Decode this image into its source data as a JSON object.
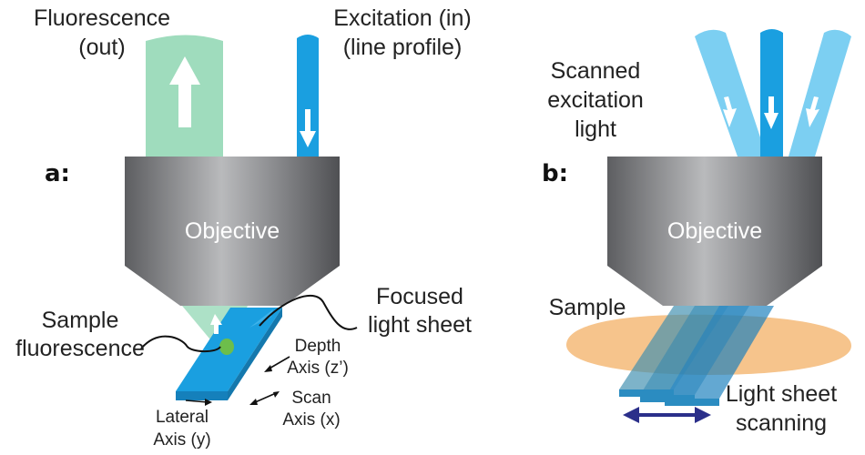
{
  "panels": {
    "a": {
      "panel_label": "a:",
      "fluorescence_out": [
        "Fluorescence",
        "(out)"
      ],
      "excitation_in": [
        "Excitation (in)",
        "(line profile)"
      ],
      "objective_label": "Objective",
      "focused_light_sheet": [
        "Focused",
        "light sheet"
      ],
      "sample_fluorescence": [
        "Sample",
        "fluorescence"
      ],
      "depth_axis": [
        "Depth",
        "Axis (z’)"
      ],
      "scan_axis": [
        "Scan",
        "Axis (x)"
      ],
      "lateral_axis": [
        "Lateral",
        "Axis (y)"
      ]
    },
    "b": {
      "panel_label": "b:",
      "scanned_excitation_light": [
        "Scanned",
        "excitation",
        "light"
      ],
      "objective_label": "Objective",
      "sample_label": "Sample",
      "light_sheet_scanning": [
        "Light sheet",
        "scanning"
      ]
    }
  },
  "colors": {
    "fluorescence_green": "#9fdcbd",
    "excitation_blue": "#1a9fe0",
    "scanned_light_blue": "#7ccff2",
    "objective_gray": "#7a7b7e",
    "sample_orange": "#f6c48c",
    "scan_arrow_navy": "#2b2f8a",
    "text": "#222222"
  }
}
